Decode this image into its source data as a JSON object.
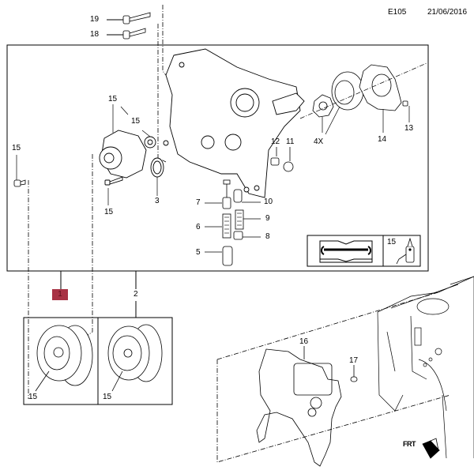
{
  "header": {
    "code": "E105",
    "date": "21/06/2016"
  },
  "callouts": {
    "c19": "19",
    "c18": "18",
    "c15_pump_top": "15",
    "c15_pump_side": "15",
    "c15_left": "15",
    "c15_bolt": "15",
    "c3": "3",
    "c12": "12",
    "c11": "11",
    "c4x": "4X",
    "c14": "14",
    "c13": "13",
    "c7": "7",
    "c10": "10",
    "c6": "6",
    "c9": "9",
    "c8": "8",
    "c5": "5",
    "c1": "1",
    "c2": "2",
    "c15_pulley1": "15",
    "c15_pulley2": "15",
    "c16": "16",
    "c17": "17",
    "c15_box": "15"
  },
  "legend": {
    "manual_icon": "repair-manual-icon",
    "sealant_icon": "sealant-bottle-icon"
  },
  "frt_label": "FRT",
  "colors": {
    "highlight_badge": "#a83244"
  }
}
